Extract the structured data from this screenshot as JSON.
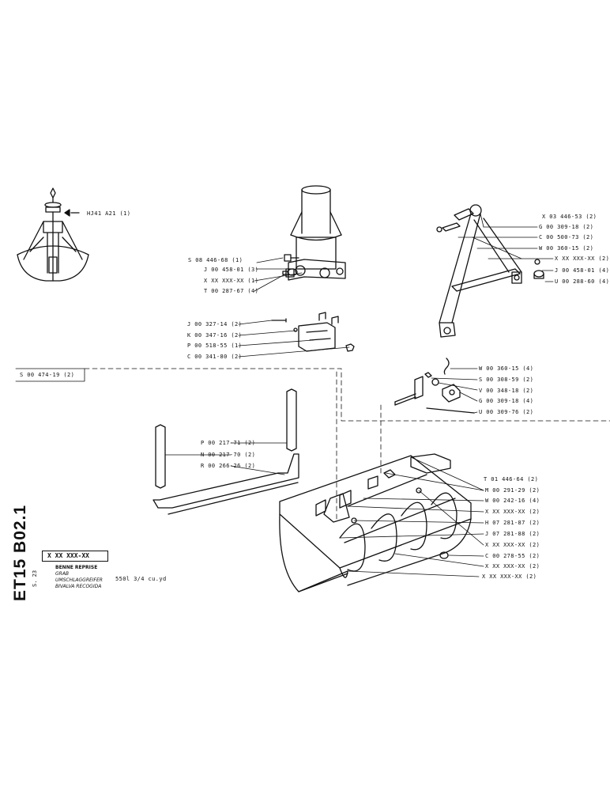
{
  "sheet": {
    "code": "ET15 B02.1",
    "sub_code": "S. 23",
    "part_number": "X XX XXX-XX",
    "descriptions": [
      "BENNE REPRISE",
      "GRAB",
      "UMSCHLAGGREIFER",
      "BIVALVA RECOGIDA"
    ],
    "capacity": "550l 3/4 cu.yd"
  },
  "top_left": {
    "label": "HJ41 A21 (1)"
  },
  "rotator_labels": [
    "S 08 446-68 (1)",
    "J 00 458-01 (3)",
    "X XX XXX-XX (1)",
    "T 00 287-67 (4)"
  ],
  "bracket_labels": [
    "J 00 327-14 (2)",
    "K 00 347-16 (2)",
    "P 00 518-55 (1)",
    "C 00 341-80 (2)"
  ],
  "arm_labels": [
    "X 03 446-53 (2)",
    "G 00 309-18 (2)",
    "C 00 500-73 (2)",
    "W 00 360-15 (2)",
    "X XX XXX-XX (2)",
    "J 00 458-01 (4)",
    "U 00 288-60 (4)"
  ],
  "left_ref_label": "S 00 474-19 (2)",
  "pin_labels": [
    "W 00 360-15 (4)",
    "S 00 308-59 (2)",
    "V 00 348-18 (2)",
    "G 00 309-18 (4)",
    "U 00 309-76 (2)"
  ],
  "bar_labels": [
    "P 00 217-71 (2)",
    "N 00 217-70 (2)",
    "R 00 266-26 (2)"
  ],
  "bucket_labels": [
    "T 01 446-64 (2)",
    "M 00 291-29 (2)",
    "W 00 242-16 (4)",
    "X XX XXX-XX (2)",
    "H 07 281-87 (2)",
    "J 07 281-88 (2)",
    "X XX XXX-XX (2)",
    "C 00 278-55 (2)",
    "X XX XXX-XX (2)",
    "X XX XXX-XX (2)"
  ]
}
